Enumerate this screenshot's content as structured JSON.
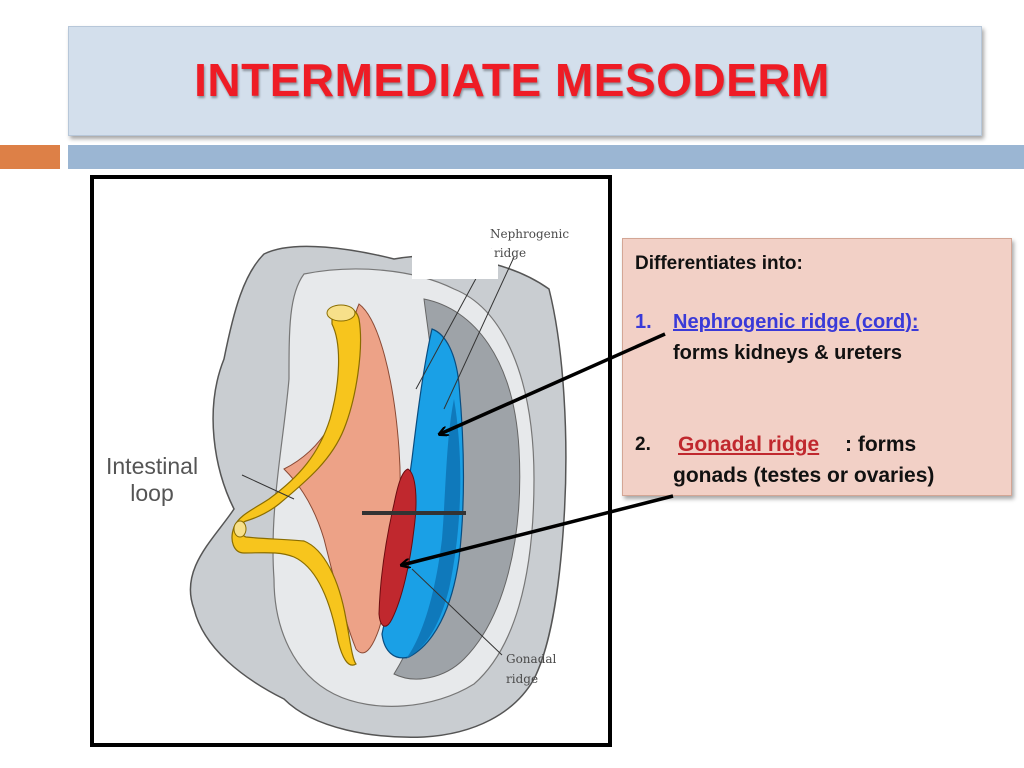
{
  "slide": {
    "title": "INTERMEDIATE MESODERM"
  },
  "figure": {
    "labels": {
      "nephrogenic_line1": "Nephrogenic",
      "nephrogenic_line2": "ridge",
      "gonadal_line1": "Gonadal",
      "gonadal_line2": "ridge",
      "intestinal_line1": "Intestinal",
      "intestinal_line2": "loop"
    }
  },
  "info": {
    "heading": "Differentiates into:",
    "item1": {
      "number": "1.",
      "term": "Nephrogenic ridge (cord):",
      "description": "forms kidneys & ureters"
    },
    "item2": {
      "number": "2.",
      "term": "Gonadal ridge",
      "rest": ": forms",
      "description": "gonads (testes or ovaries)"
    }
  },
  "colors": {
    "title_red": "#ee1c25",
    "nephrogenic_blue": "#1aa0e6",
    "gonadal_red": "#c0282e",
    "gut_yellow": "#f7c51d",
    "mesentery_salmon": "#eda287",
    "link_blue": "#3a3ad8"
  }
}
